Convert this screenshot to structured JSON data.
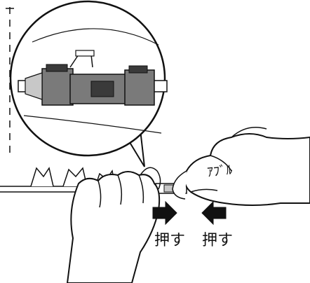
{
  "illustration": {
    "labels": {
      "push_left": "押す",
      "push_right": "押す",
      "tape_mark": "ｱﾌﾞﾙ"
    },
    "colors": {
      "line": "#111111",
      "component_gray": "#7a7a7a",
      "component_dark": "#3a3a3a",
      "component_light": "#c8c8c8",
      "background": "#ffffff"
    },
    "icons": [
      "push-arrow-right-icon",
      "push-arrow-left-icon"
    ]
  }
}
